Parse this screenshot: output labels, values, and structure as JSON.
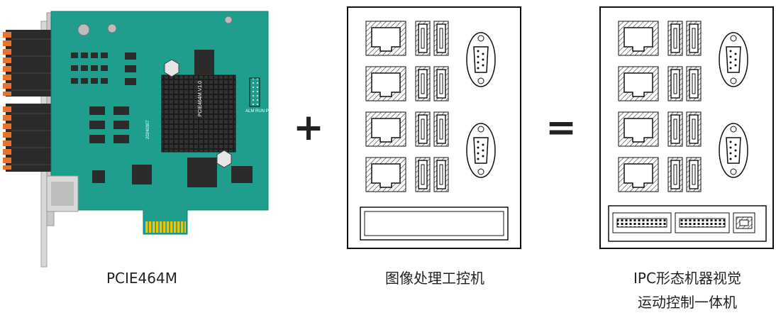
{
  "diagram": {
    "card": {
      "caption": "PCIE464M",
      "silk_model": "PCIE464M V1.0",
      "silk_date": "20240307",
      "silk_leds": "ALM  RUN  POW"
    },
    "operator_plus": "+",
    "ipc": {
      "caption": "图像处理工控机"
    },
    "operator_equals": "=",
    "result": {
      "caption_line1": "IPC形态机器视觉",
      "caption_line2": "运动控制一体机"
    }
  },
  "colors": {
    "pcb": "#1f9e8e",
    "chip": "#2b2b2b",
    "terminal": "#e8732c",
    "gold": "#f2c200",
    "outline": "#111111"
  }
}
